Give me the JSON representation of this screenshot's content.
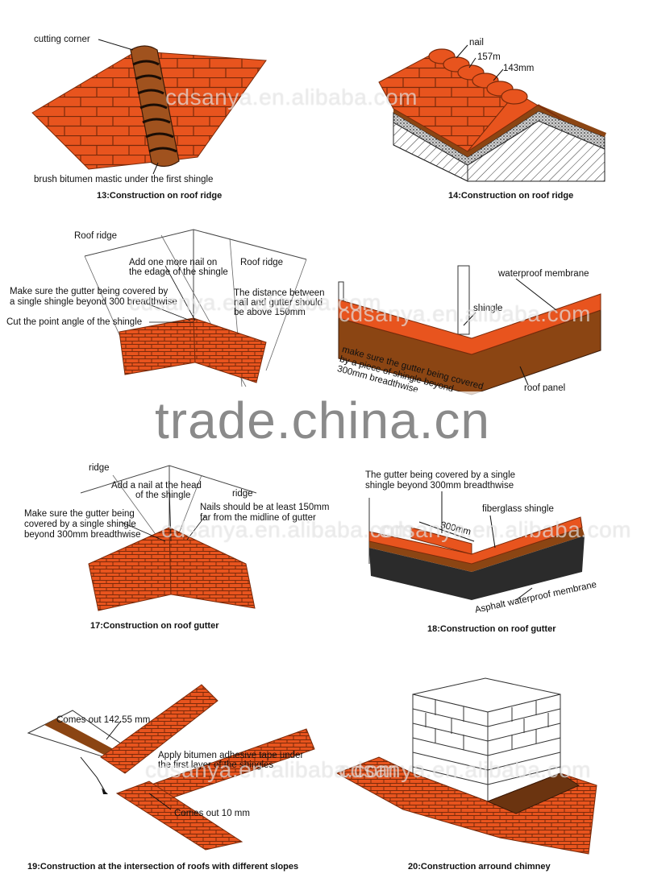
{
  "panels": {
    "p13": {
      "labels": {
        "cutting_corner": "cutting corner",
        "brush_mastic": "brush bitumen mastic under the first shingle"
      },
      "caption": "13:Construction on roof ridge"
    },
    "p14": {
      "labels": {
        "nail": "nail",
        "dim1": "157m",
        "dim2": "143mm"
      },
      "caption": "14:Construction on roof ridge"
    },
    "p15": {
      "labels": {
        "roof_ridge_left": "Roof ridge",
        "roof_ridge_right": "Roof ridge",
        "add_nail_1": "Add one more nail on",
        "add_nail_2": "the edage of the shingle",
        "make_sure_1": "Make sure the gutter being covered by",
        "make_sure_2": "a single shingle beyond 300 breadthwise",
        "distance_1": "The distance between",
        "distance_2": "nail and gutter should",
        "distance_3": "be above 150mm",
        "cut_point": "Cut the point angle of the shingle"
      }
    },
    "p16": {
      "labels": {
        "membrane": "waterproof membrane",
        "shingle": "shingle",
        "gutter_1": "make sure the gutter being covered",
        "gutter_2": "by a piece of shingle beyond",
        "gutter_3": "300mm breadthwise",
        "roof_panel": "roof panel"
      }
    },
    "p17": {
      "labels": {
        "ridge_left": "ridge",
        "ridge_right": "ridge",
        "add_nail_1": "Add a nail at the head",
        "add_nail_2": "of the shingle",
        "make_sure_1": "Make sure the gutter being",
        "make_sure_2": "covered by a single shingle",
        "make_sure_3": "beyond 300mm breadthwise",
        "nails_1": "Nails should be at least 150mm",
        "nails_2": "far from the midline of gutter"
      },
      "caption": "17:Construction on roof gutter"
    },
    "p18": {
      "labels": {
        "gutter_1": "The gutter being covered by a single",
        "gutter_2": "shingle beyond 300mm breadthwise",
        "fiberglass": "fiberglass shingle",
        "dim": "300mm",
        "asphalt": "Asphalt waterproof membrane"
      },
      "caption": "18:Construction on roof gutter"
    },
    "p19": {
      "labels": {
        "comes_out_1": "Comes out 142.55 mm",
        "apply_tape_1": "Apply bitumen adhesive tape under",
        "apply_tape_2": "the first layer of the shingles",
        "comes_out_2": "Comes out 10 mm"
      },
      "caption": "19:Construction at the intersection of roofs with different slopes"
    },
    "p20": {
      "caption": "20:Construction arround chimney"
    }
  },
  "watermarks": {
    "small": "cdsanya.en.alibaba.com",
    "big": "trade.china.cn"
  },
  "colors": {
    "shingle": "#e8541e",
    "shingle_dark": "#b03a10",
    "brown": "#8b4513",
    "asphalt": "#2b2b2b"
  }
}
